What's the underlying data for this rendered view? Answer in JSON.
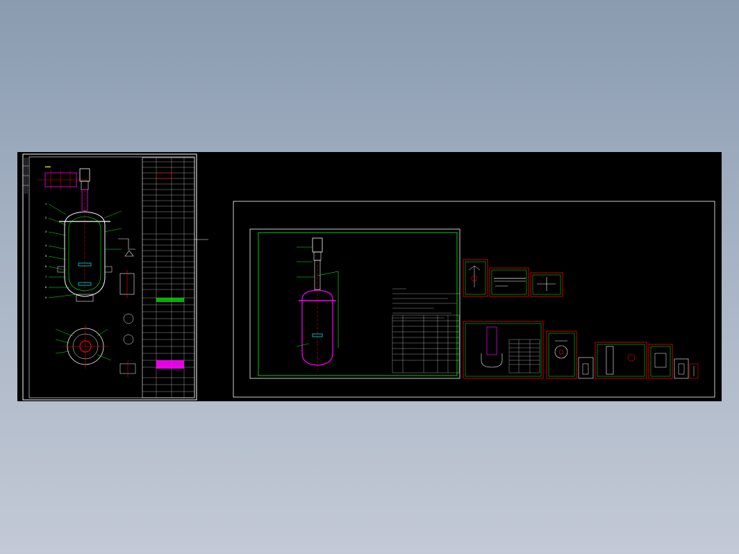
{
  "viewer": {
    "background_top": "#8a9bb0",
    "background_bottom": "#c3c9d6",
    "model_space_color": "#000000"
  },
  "palette": {
    "frame": "#ffffff",
    "green": "#00ff00",
    "magenta": "#ff00ff",
    "red": "#ff0000",
    "yellow": "#ffff00",
    "cyan": "#00ffff"
  },
  "sheets": [
    {
      "id": "main-assembly",
      "kind": "reactor-assembly-drawing"
    },
    {
      "id": "layout-sheet",
      "kind": "reactor-general-layout"
    },
    {
      "id": "detail-1",
      "kind": "part-detail"
    },
    {
      "id": "detail-2",
      "kind": "shaft-detail"
    },
    {
      "id": "detail-3",
      "kind": "part-detail"
    },
    {
      "id": "detail-4",
      "kind": "assembly-with-table"
    },
    {
      "id": "detail-5",
      "kind": "flange-detail"
    },
    {
      "id": "detail-6",
      "kind": "small-part"
    },
    {
      "id": "detail-7",
      "kind": "shaft-assembly"
    },
    {
      "id": "detail-8",
      "kind": "part-detail"
    },
    {
      "id": "detail-9",
      "kind": "small-part"
    },
    {
      "id": "detail-10",
      "kind": "small-part"
    }
  ]
}
